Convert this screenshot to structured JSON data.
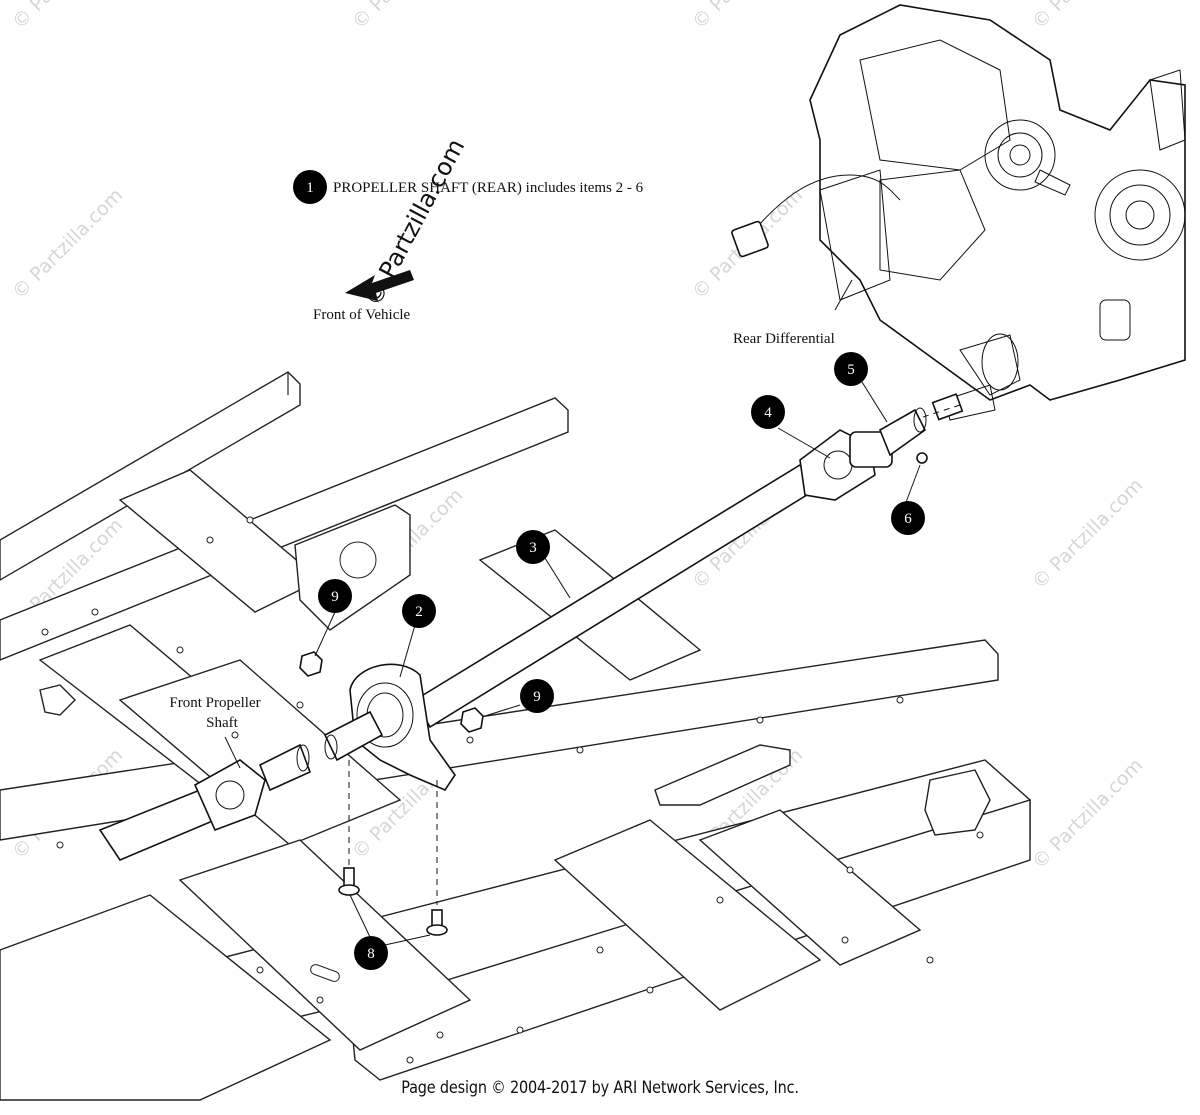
{
  "title_line": "PROPELLER SHAFT (REAR) includes items 2 - 6",
  "labels": {
    "front_of_vehicle": "Front of Vehicle",
    "rear_differential": "Rear Differential",
    "front_propeller_shaft_1": "Front Propeller",
    "front_propeller_shaft_2": "Shaft"
  },
  "callouts": [
    {
      "num": "1"
    },
    {
      "num": "2"
    },
    {
      "num": "3"
    },
    {
      "num": "4"
    },
    {
      "num": "5"
    },
    {
      "num": "6"
    },
    {
      "num": "8"
    },
    {
      "num": "9"
    },
    {
      "num": "9"
    }
  ],
  "watermark": "© Partzilla.com",
  "footer": "Page design © 2004-2017 by ARI Network Services, Inc.",
  "colors": {
    "ink": "#111111",
    "watermark": "#d6d6d6",
    "callout_fill": "#000000"
  }
}
